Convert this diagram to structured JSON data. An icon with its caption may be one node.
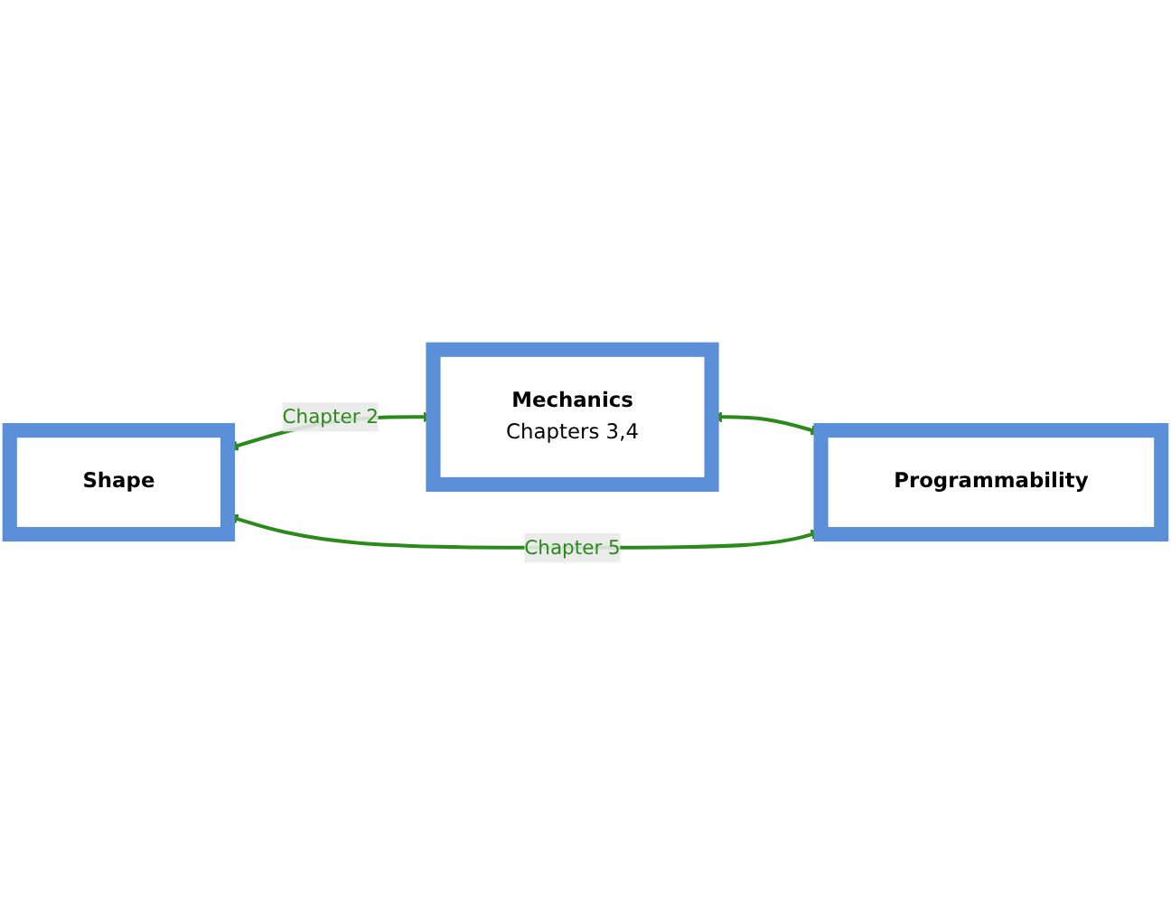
{
  "diagram": {
    "nodes": [
      {
        "text": [
          "Mechanics",
          "Chapters 3,4"
        ]
      },
      {
        "text": [
          "Shape"
        ]
      },
      {
        "text": [
          "Programmability"
        ]
      }
    ],
    "edges": [
      {
        "from": 1,
        "to": 0,
        "arrow": "both",
        "label": "Chapter 2"
      },
      {
        "from": 0,
        "to": 2,
        "arrow": "both"
      },
      {
        "from": 1,
        "to": 2,
        "arrow": "both",
        "label": "Chapter 5"
      }
    ]
  }
}
